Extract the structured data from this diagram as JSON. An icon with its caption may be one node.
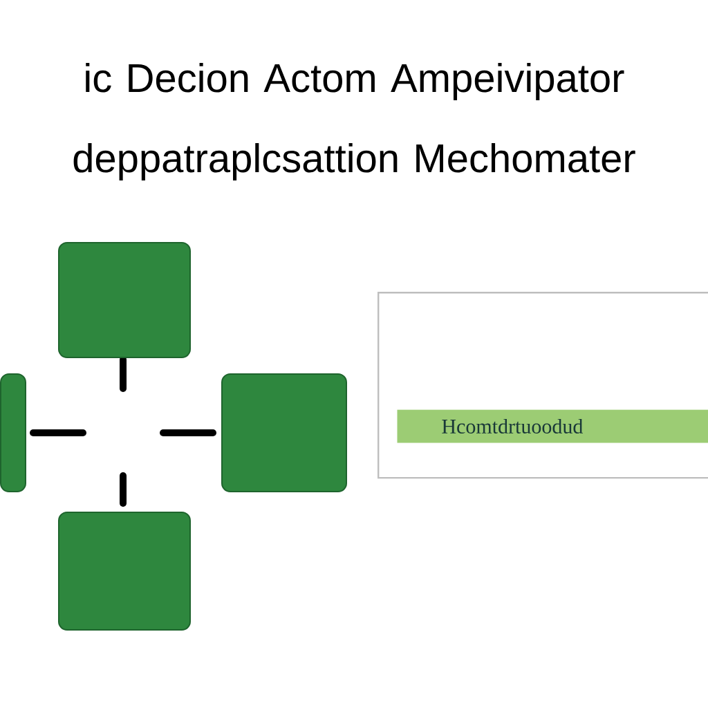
{
  "diagram": {
    "title": "ic Decion Actom Ampeivipator deppatraplcsattion Mechomater",
    "nodes": [
      {
        "text": [],
        "shape": "box"
      },
      {
        "text": [],
        "shape": "box"
      },
      {
        "text": [],
        "shape": "box"
      },
      {
        "text": [],
        "shape": "box"
      },
      {
        "text": [],
        "shape": "box"
      },
      {
        "text": [
          "Hcomtdrtuoodud"
        ],
        "in": 4
      }
    ]
  }
}
